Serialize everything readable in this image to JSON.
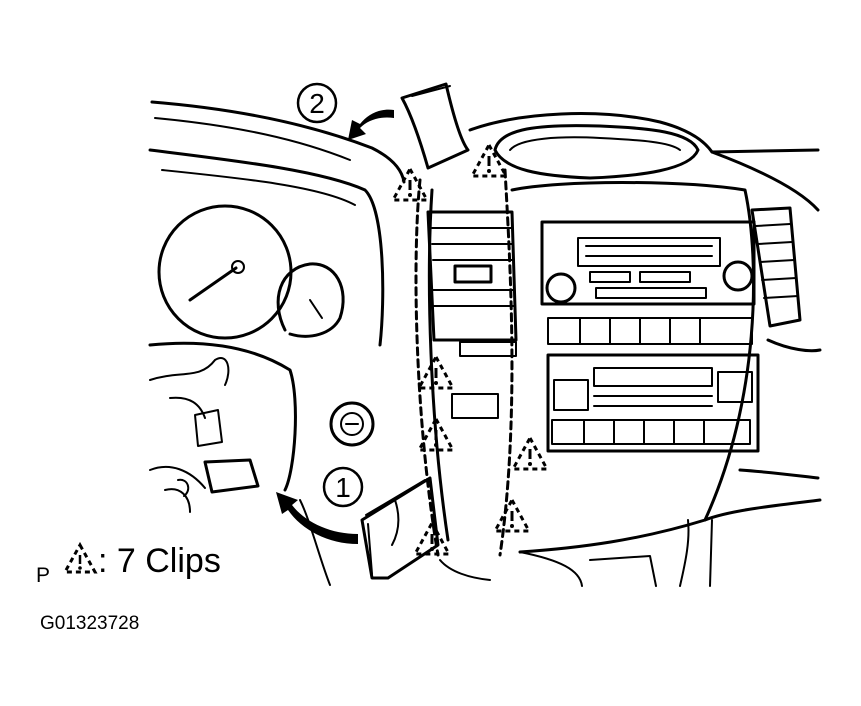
{
  "figure": {
    "step_1": "1",
    "step_2": "2",
    "legend_prefix": "P",
    "legend_text": ": 7 Clips",
    "figure_id": "G01323728"
  }
}
